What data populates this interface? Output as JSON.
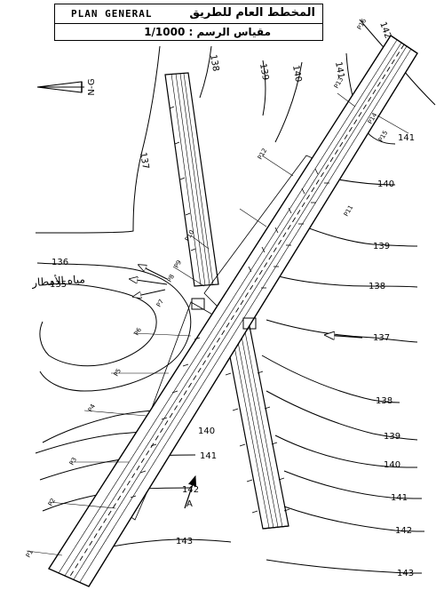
{
  "title": {
    "latin": "PLAN GENERAL",
    "arabic": "المخطط العام للطريق",
    "scale": "مقياس الرسم : 1/1000"
  },
  "north_arrow": {
    "label": "N-G",
    "icon": "north-arrow-icon"
  },
  "stream_label": "مياه الأمطار",
  "contour_labels": {
    "c135": "135",
    "c136": "136",
    "c137a": "137",
    "c137b": "137",
    "c138a": "138",
    "c138b": "138",
    "c138c": "138",
    "c139a": "139",
    "c139b": "139",
    "c139c": "139",
    "c140a": "140",
    "c140b": "140",
    "c140c": "140",
    "c140d": "140",
    "c141a": "141",
    "c141b": "141",
    "c141c": "141",
    "c141d": "141",
    "c142a": "142",
    "c142b": "142",
    "c142c": "142",
    "c143a": "143",
    "c143b": "143"
  },
  "profile_labels": {
    "p1": "P1",
    "p2": "P2",
    "p3": "P3",
    "p4": "P4",
    "p5": "P5",
    "p6": "P6",
    "p7": "P7",
    "p8": "P8",
    "p9": "P9",
    "p10": "P10",
    "p11": "P11",
    "p12": "P12",
    "p13": "P13",
    "p14": "P14",
    "p15": "P15",
    "p16": "P16"
  },
  "section_marker": "A"
}
